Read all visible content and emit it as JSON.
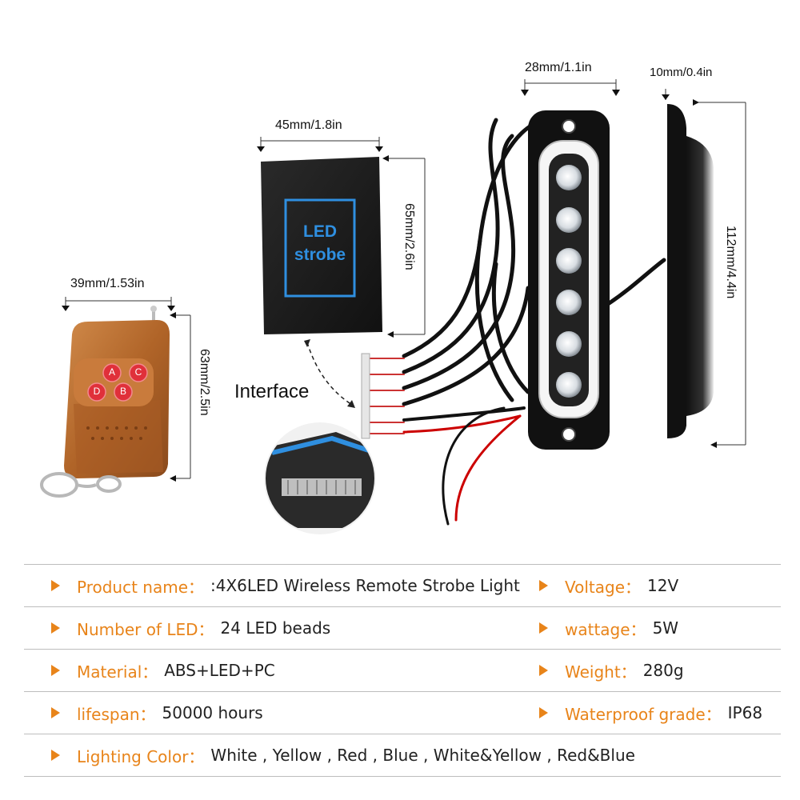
{
  "dimensions": {
    "box_width": "45mm/1.8in",
    "box_height": "65mm/2.6in",
    "remote_width": "39mm/1.53in",
    "remote_height": "63mm/2.5in",
    "light_width": "28mm/1.1in",
    "light_depth": "10mm/0.4in",
    "light_height": "112mm/4.4in"
  },
  "controller_label": {
    "line1": "LED",
    "line2": "strobe"
  },
  "remote_buttons": [
    "A",
    "C",
    "D",
    "B"
  ],
  "interface_label": "Interface",
  "colors": {
    "accent": "#e8841a",
    "strobe_blue": "#2f8fe0",
    "remote_body": "#b86a2e",
    "remote_button": "#e0303a"
  },
  "specs": [
    {
      "left": {
        "label": "Product name：",
        "value": ":4X6LED Wireless Remote Strobe Light"
      },
      "right": {
        "label": "Voltage：",
        "value": "12V"
      }
    },
    {
      "left": {
        "label": "Number of LED：",
        "value": "24 LED beads"
      },
      "right": {
        "label": "wattage：",
        "value": "5W"
      }
    },
    {
      "left": {
        "label": "Material：",
        "value": "ABS+LED+PC"
      },
      "right": {
        "label": "Weight：",
        "value": "280g"
      }
    },
    {
      "left": {
        "label": "lifespan：",
        "value": "50000 hours"
      },
      "right": {
        "label": "Waterproof grade：",
        "value": "IP68"
      }
    },
    {
      "left": {
        "label": "Lighting Color：",
        "value": "White , Yellow , Red , Blue ,  White&Yellow , Red&Blue"
      },
      "right": null
    }
  ]
}
